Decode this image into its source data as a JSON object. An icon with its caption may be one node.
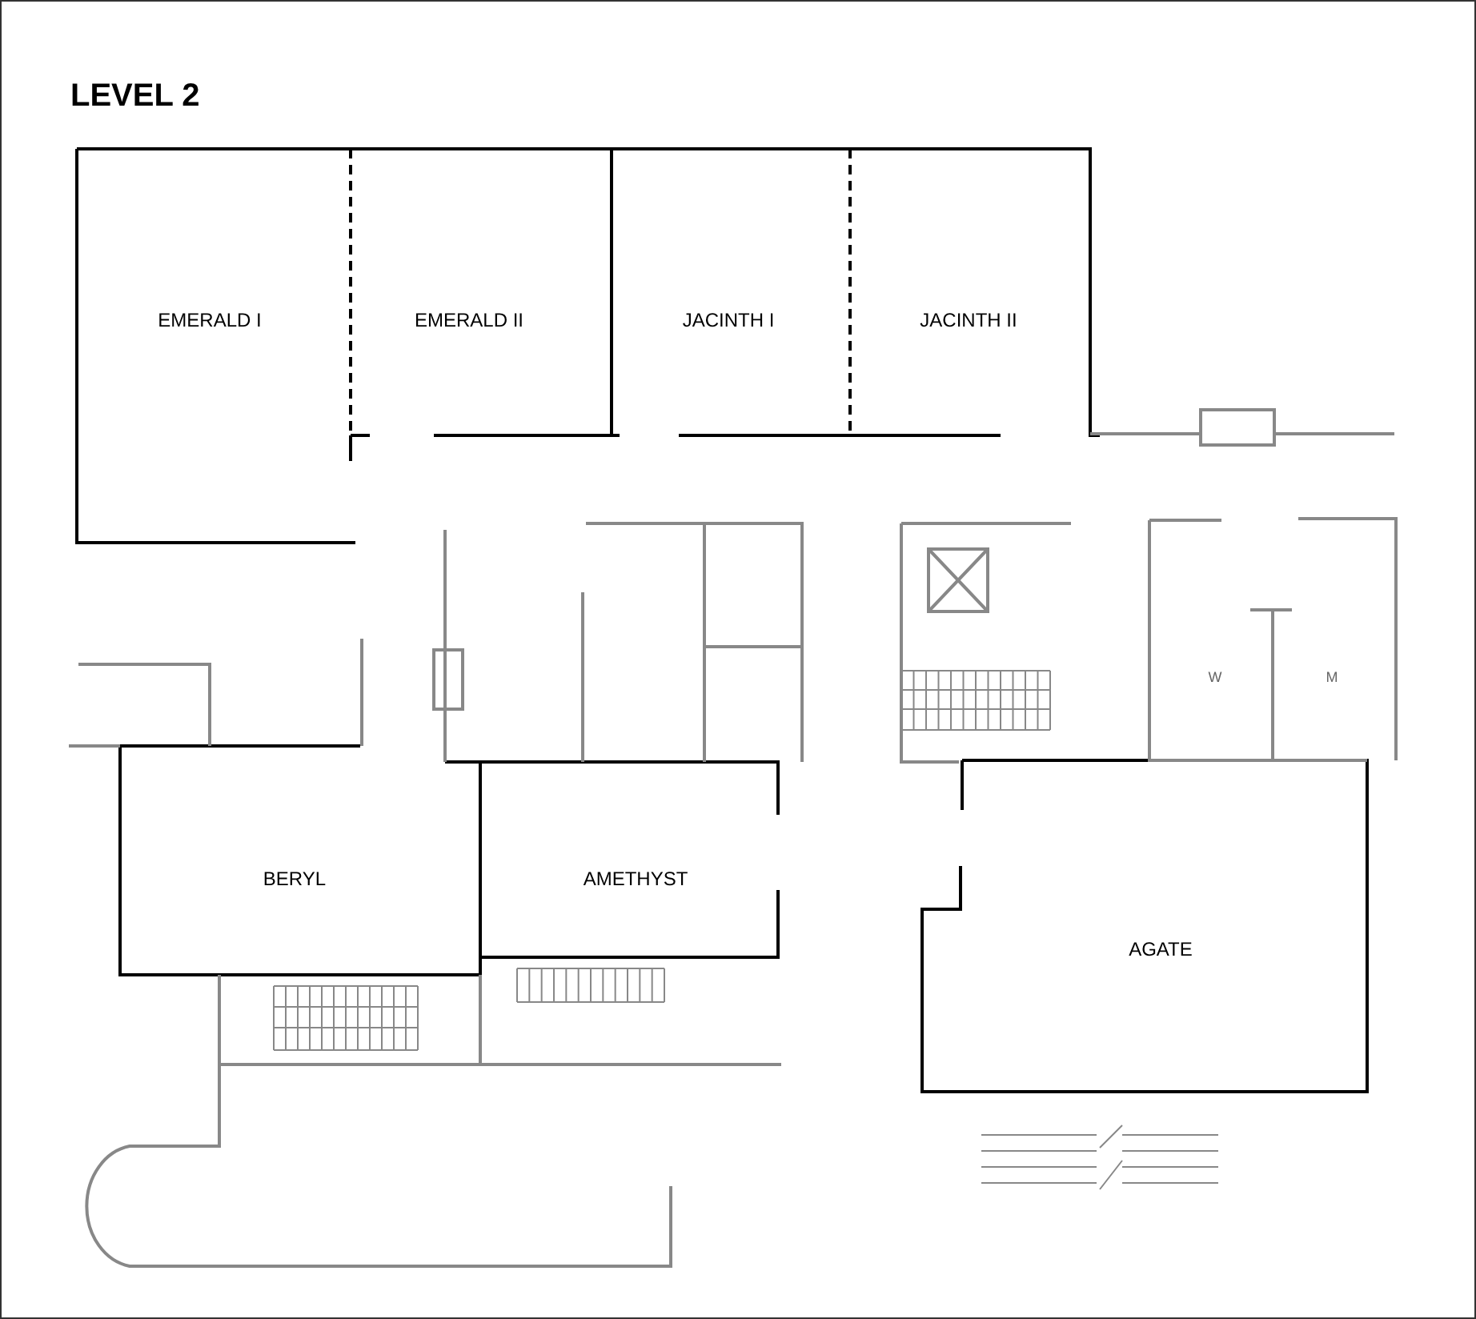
{
  "diagram": {
    "title": "LEVEL 2",
    "nodes": [
      {
        "text": [
          "EMERALD I"
        ]
      },
      {
        "text": [
          "EMERALD II"
        ]
      },
      {
        "text": [
          "JACINTH I"
        ]
      },
      {
        "text": [
          "JACINTH II"
        ]
      },
      {
        "text": [
          "W"
        ]
      },
      {
        "text": [
          "M"
        ]
      },
      {
        "text": [
          "BERYL"
        ]
      },
      {
        "text": [
          "AMETHYST"
        ]
      },
      {
        "text": [
          "AGATE"
        ]
      }
    ]
  }
}
